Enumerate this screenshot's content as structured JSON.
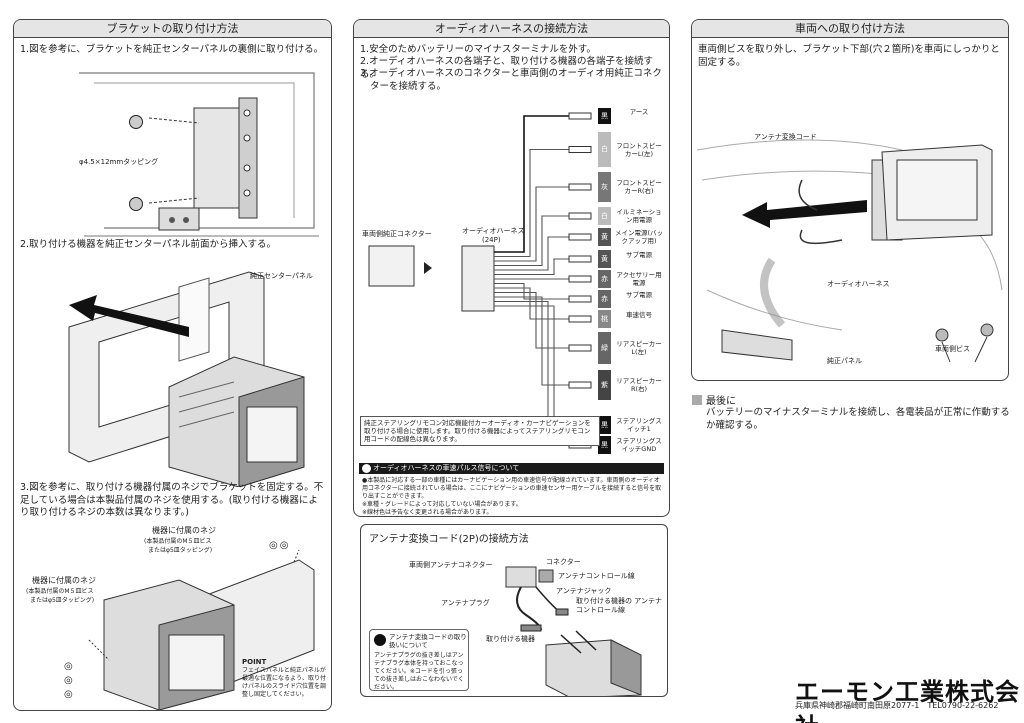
{
  "bracket": {
    "title": "ブラケットの取り付け方法",
    "step1": "1.図を参考に、ブラケットを純正センターパネルの裏側に取り付ける。",
    "screw_label": "φ4.5×12mmタッピング",
    "step2": "2.取り付ける機器を純正センターパネル前面から挿入する。",
    "center_panel_label": "純正センターパネル",
    "step3": "3.図を参考に、取り付ける機器付属のネジでブラケットを固定する。不足している場合は本製品付属のネジを使用する。(取り付ける機器により取り付けるネジの本数は異なります。)",
    "screw_a_title": "機器に付属のネジ",
    "screw_a_detail_1": "(本製品付属のM５皿ビス",
    "screw_a_detail_2": "またはφ5皿タッピング)",
    "screw_b_title": "機器に付属のネジ",
    "screw_b_detail_1": "(本製品付属のM５皿ビス",
    "screw_b_detail_2": "またはφ5皿タッピング)",
    "point_title": "POINT",
    "point_text": "フェイスパネルと純正パネルが最適な位置になるよう、取り付けパネルのスライド穴位置を調整し固定してください。"
  },
  "harness": {
    "title": "オーディオハーネスの接続方法",
    "step1": "1.安全のためバッテリーのマイナスターミナルを外す。",
    "step2": "2.オーディオハーネスの各端子と、取り付ける機器の各端子を接続する。",
    "step3": "3.オーディオハーネスのコネクターと車両側のオーディオ用純正コネクターを接続する。",
    "vehicle_connector_label": "車両側純正コネクター",
    "harness_label": "オーディオハーネス",
    "harness_pins": "(24P)",
    "wires": [
      {
        "color": "黒",
        "label": "アース"
      },
      {
        "color": "白",
        "label": "フロントスピーカーL(左)"
      },
      {
        "color": "灰",
        "label": "フロントスピーカーR(右)"
      },
      {
        "color": "白",
        "label": "イルミネーション用電源"
      },
      {
        "color": "黄",
        "label": "メイン電源(バックアップ用)"
      },
      {
        "color": "黄",
        "label": "サブ電源"
      },
      {
        "color": "赤",
        "label": "アクセサリー用電源"
      },
      {
        "color": "赤",
        "label": "サブ電源"
      },
      {
        "color": "桃",
        "label": "車速信号"
      },
      {
        "color": "緑",
        "label": "リアスピーカーL(左)"
      },
      {
        "color": "紫",
        "label": "リアスピーカーR(右)"
      },
      {
        "color": "黒",
        "label": "ステアリングスイッチ1"
      },
      {
        "color": "黒",
        "label": "ステアリングスイッチGND"
      }
    ],
    "steering_note": "純正ステアリングリモコン対応機能付カーオーディオ・カーナビゲーションを取り付ける場合に使用します。取り付ける機器によってステアリングリモコン用コードの配線色は異なります。",
    "pulse_title": "オーディオハーネスの車速パルス信号について",
    "pulse_text_1": "●本製品に対応する一部の車種にはカーナビゲーション用の車速信号が配線されています。車両側のオーディオ用コネクターに接続されている場合は、ここにナビゲーションの車速センサー用ケーブルを接続すると信号を取り出すことができます。",
    "pulse_text_2": "※車種・グレードによって対応していない場合があります。",
    "pulse_text_3": "※線材色は予告なく変更される場合があります。"
  },
  "antenna": {
    "title": "アンテナ変換コード(2P)の接続方法",
    "connector": "コネクター",
    "vehicle_antenna_connector": "車両側アンテナコネクター",
    "antenna_control": "アンテナコントロール線",
    "antenna_jack": "アンテナジャック",
    "antenna_plug": "アンテナプラグ",
    "device_control": "取り付ける機器の アンテナコントロール線",
    "device": "取り付ける機器",
    "note_title": "アンテナ変換コードの取り扱いについて",
    "note_text": "アンテナプラグの抜き差しはアンテナプラグ本体を持っておこなってください。※コードを引っ張っての抜き差しはおこなわないでください。"
  },
  "vehicle": {
    "title": "車両への取り付け方法",
    "step": "車両側ビスを取り外し、ブラケット下部(穴２箇所)を車両にしっかりと固定する。",
    "antenna_cord": "アンテナ変換コード",
    "audio_harness": "オーディオハーネス",
    "vehicle_screw": "車両側ビス",
    "genuine_panel": "純正パネル"
  },
  "finally": {
    "title": "最後に",
    "text": "バッテリーのマイナスターミナルを接続し、各電装品が正常に作動するか確認する。"
  },
  "company": {
    "name": "エーモン工業株式会社",
    "address": "兵庫県神崎郡福崎町南田原2077-1　TEL0790-22-6262"
  }
}
